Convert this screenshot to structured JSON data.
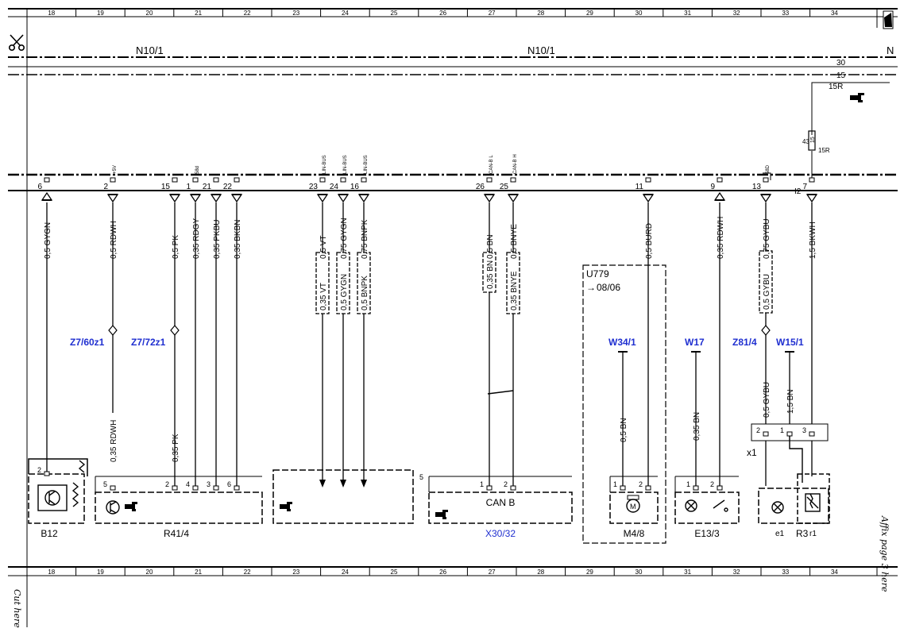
{
  "grid_numbers": [
    "18",
    "19",
    "20",
    "21",
    "22",
    "23",
    "24",
    "25",
    "26",
    "27",
    "28",
    "29",
    "30",
    "31",
    "32",
    "33",
    "34"
  ],
  "header": {
    "title_left": "N10/1",
    "title_center": "N10/1",
    "title_right": "N"
  },
  "rails": {
    "r30": "30",
    "r15": "15",
    "r15r": "15R"
  },
  "fuse": {
    "number": "43",
    "rating": "15",
    "label": "15R"
  },
  "connector_label": "I2",
  "pins": [
    {
      "pin": "6",
      "signal": "",
      "wire": "0,5 GYGN"
    },
    {
      "pin": "2",
      "signal": "+5V",
      "wire": "0,5 RDWH"
    },
    {
      "pin": "15",
      "signal": "",
      "wire": "0,5 PK"
    },
    {
      "pin": "1",
      "signal": "58d",
      "wire": "0,35 RDGY"
    },
    {
      "pin": "21",
      "signal": "",
      "wire": "0,35 PKBU"
    },
    {
      "pin": "22",
      "signal": "",
      "wire": "0,35 BKBN"
    },
    {
      "pin": "23",
      "signal": "LIN-BUS",
      "wire": "0,5 VT"
    },
    {
      "pin": "24",
      "signal": "LIN-BUS",
      "wire": "0,75 GYGN"
    },
    {
      "pin": "16",
      "signal": "LIN-BUS",
      "wire": "0,75 BNPK"
    },
    {
      "pin": "26",
      "signal": "CAN-B L",
      "wire": "0,5 BN"
    },
    {
      "pin": "25",
      "signal": "CAN-B H",
      "wire": "0,5 BNYE"
    },
    {
      "pin": "11",
      "signal": "",
      "wire": "0,5 BURD"
    },
    {
      "pin": "9",
      "signal": "",
      "wire": "0,35 RDWH"
    },
    {
      "pin": "13",
      "signal": "58D",
      "wire": "0,75 GYBU"
    },
    {
      "pin": "7",
      "signal": "",
      "wire": "1,5 BKWH"
    }
  ],
  "wire_lower": {
    "rdwh": "0,35 RDWH",
    "pk": "0,35 PK",
    "vt": "0,35 VT",
    "gygn": "0,5 GYGN",
    "bnpk": "0,5 BNPK",
    "bn": "0,35 BN",
    "bnye": "0,35 BNYE",
    "m48": "0,5 BN",
    "e133": "0,35 BN",
    "gybu_box": "0,5 GYBU",
    "gybu": "0,5 GYBU",
    "bn15": "1,5 BN"
  },
  "splices": [
    "Z7/60z1",
    "Z7/72z1",
    "Z81/4"
  ],
  "grounds": [
    "W34/1",
    "W17",
    "W15/1"
  ],
  "variant": {
    "code": "U779",
    "date": "08/06"
  },
  "components": {
    "b12": "B12",
    "r41_4": "R41/4",
    "x30_32": "X30/32",
    "can_b": "CAN B",
    "m4_8": "M4/8",
    "m_symbol": "M",
    "e13_3": "E13/3",
    "x1": "x1",
    "e1": "e1",
    "r3": "R3",
    "r1": "r1"
  },
  "comp_pins": {
    "b12": [
      "2"
    ],
    "r41": [
      "5",
      "2",
      "4",
      "3",
      "6"
    ],
    "x30": [
      "5",
      "1",
      "2"
    ],
    "m48": [
      "1",
      "2"
    ],
    "e133": [
      "1",
      "2"
    ],
    "x1": [
      "2",
      "1",
      "3"
    ]
  },
  "footer": {
    "cut_here": "Cut here",
    "affix": "Affix page 3 here"
  },
  "colors": {
    "ink": "#000000",
    "ref_blue": "#1f2fd0"
  }
}
